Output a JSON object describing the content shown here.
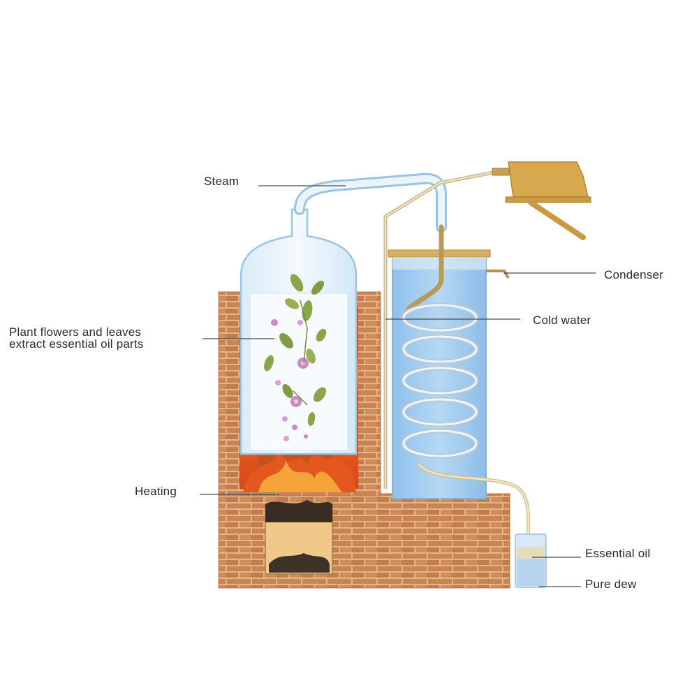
{
  "labels": {
    "steam": "Steam",
    "condenser": "Condenser",
    "cold_water": "Cold water",
    "plant_line1": "Plant flowers and leaves",
    "plant_line2": "extract essential oil parts",
    "heating": "Heating",
    "essential_oil": "Essential oil",
    "pure_dew": "Pure dew"
  },
  "colors": {
    "brick": "#c98855",
    "brick_dark": "#a8663a",
    "mortar": "#e3b58a",
    "glass": "#cfe6f6",
    "glass_edge": "#9cc4e2",
    "water": "#9ec9ec",
    "coil": "#b6a96a",
    "flame": "#e2541c",
    "flame_light": "#f39a2c",
    "leaf": "#8aa64a",
    "flower": "#c98ac9",
    "brass": "#d7a84e",
    "leader": "#4a4a4a"
  }
}
